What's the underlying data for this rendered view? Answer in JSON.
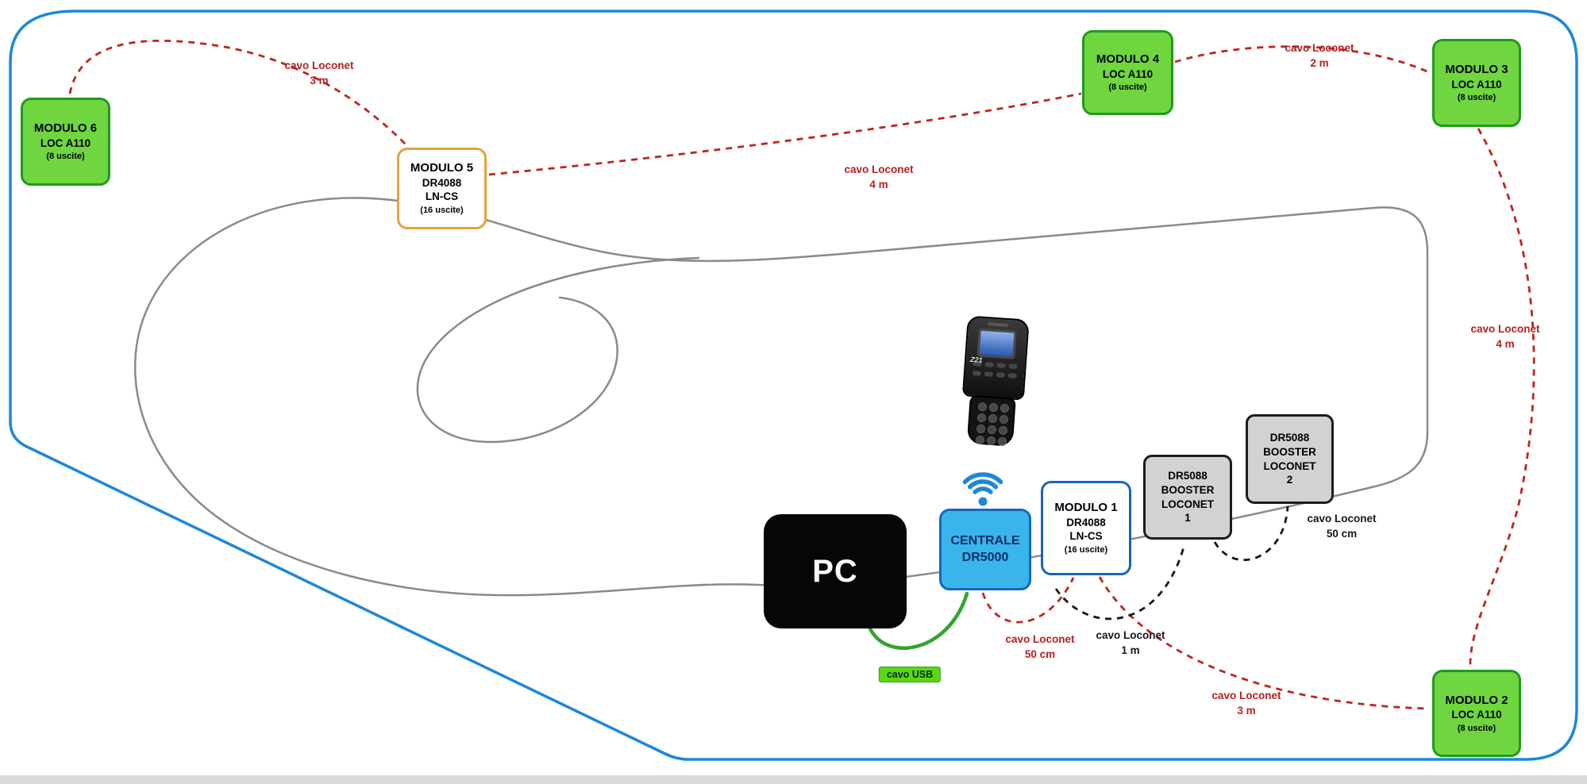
{
  "nodes": {
    "modulo6": {
      "line1": "MODULO 6",
      "line2": "LOC A110",
      "line3": "(8 uscite)"
    },
    "modulo5": {
      "line1": "MODULO 5",
      "line2": "DR4088",
      "line3": "LN-CS",
      "line4": "(16 uscite)"
    },
    "modulo4": {
      "line1": "MODULO 4",
      "line2": "LOC A110",
      "line3": "(8 uscite)"
    },
    "modulo3": {
      "line1": "MODULO 3",
      "line2": "LOC A110",
      "line3": "(8 uscite)"
    },
    "modulo2": {
      "line1": "MODULO 2",
      "line2": "LOC A110",
      "line3": "(8 uscite)"
    },
    "modulo1": {
      "line1": "MODULO 1",
      "line2": "DR4088",
      "line3": "LN-CS",
      "line4": "(16 uscite)"
    },
    "booster1": {
      "line1": "DR5088",
      "line2": "BOOSTER",
      "line3": "LOCONET",
      "line4": "1"
    },
    "booster2": {
      "line1": "DR5088",
      "line2": "BOOSTER",
      "line3": "LOCONET",
      "line4": "2"
    },
    "pc": {
      "label": "PC"
    },
    "centrale": {
      "line1": "CENTRALE",
      "line2": "DR5000"
    }
  },
  "cable_labels": {
    "usb": {
      "text": "cavo USB"
    },
    "top_left_3m": {
      "line1": "cavo Loconet",
      "line2": "3 m"
    },
    "top_4m": {
      "line1": "cavo Loconet",
      "line2": "4 m"
    },
    "top_right_2m": {
      "line1": "cavo Loconet",
      "line2": "2 m"
    },
    "right_4m": {
      "line1": "cavo Loconet",
      "line2": "4 m"
    },
    "centrale_50cm": {
      "line1": "cavo Loconet",
      "line2": "50 cm"
    },
    "booster_1m": {
      "line1": "cavo Loconet",
      "line2": "1 m"
    },
    "booster_50cm": {
      "line1": "cavo Loconet",
      "line2": "50 cm"
    },
    "bottom_3m": {
      "line1": "cavo Loconet",
      "line2": "3 m"
    }
  },
  "device": {
    "brand": "Z21"
  },
  "colors": {
    "module_green": "#6fd63f",
    "module_green_border": "#1f9a1f",
    "module_orange_border": "#e6a23c",
    "module_blue_border": "#1666bd",
    "booster_gray": "#d2d2d2",
    "centrale_blue": "#3ab5ec",
    "centrale_border": "#1467c0",
    "cable_red": "#b51f1f",
    "cable_black": "#111111",
    "cable_usb_green": "#2fa52f",
    "usb_label_bg": "#58d813",
    "outline_blue": "#1d87d8",
    "track_gray": "#8a8a8a"
  }
}
